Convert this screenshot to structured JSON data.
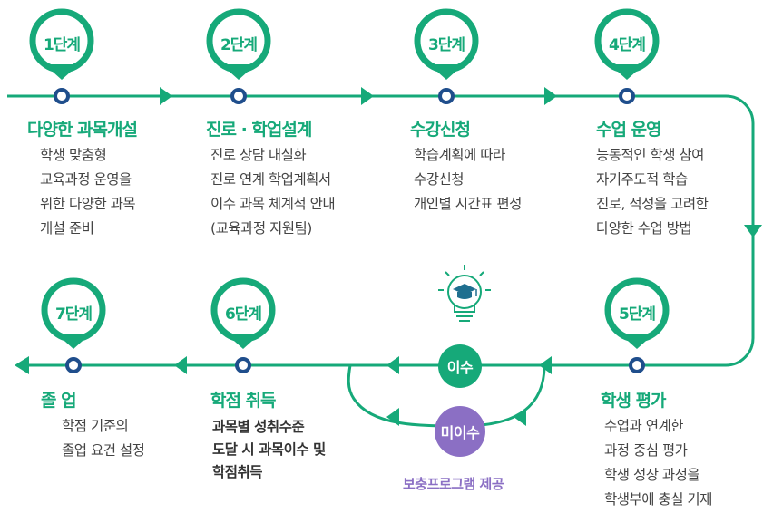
{
  "colors": {
    "primary": "#16a979",
    "purple": "#8b6fc4",
    "text": "#444444"
  },
  "steps": [
    {
      "label": "1단계",
      "title": "다양한 과목개설",
      "desc": [
        "학생 맞춤형",
        "교육과정 운영을",
        "위한 다양한 과목",
        "개설 준비"
      ]
    },
    {
      "label": "2단계",
      "title": "진로 · 학업설계",
      "desc": [
        "진로 상담 내실화",
        "진로 연계 학업계획서",
        "이수 과목 체계적 안내",
        "(교육과정 지원팀)"
      ]
    },
    {
      "label": "3단계",
      "title": "수강신청",
      "desc": [
        "학습계획에 따라",
        "수강신청",
        "개인별 시간표 편성"
      ]
    },
    {
      "label": "4단계",
      "title": "수업 운영",
      "desc": [
        "능동적인 학생 참여",
        "자기주도적 학습",
        "진로, 적성을 고려한",
        "다양한 수업 방법"
      ]
    },
    {
      "label": "5단계",
      "title": "학생 평가",
      "desc": [
        "수업과 연계한",
        "과정 중심 평가",
        "학생 성장 과정을",
        "학생부에 충실 기재"
      ]
    },
    {
      "label": "6단계",
      "title": "학점 취득",
      "desc": [
        "과목별 성취수준",
        "도달 시 과목이수 및",
        "학점취득"
      ]
    },
    {
      "label": "7단계",
      "title": "졸 업",
      "desc": [
        "학점 기준의",
        "졸업 요건 설정"
      ]
    }
  ],
  "branch": {
    "complete": "이수",
    "incomplete": "미이수",
    "remedial": "보충프로그램 제공",
    "icon": "lightbulb-graduation-cap-icon"
  }
}
